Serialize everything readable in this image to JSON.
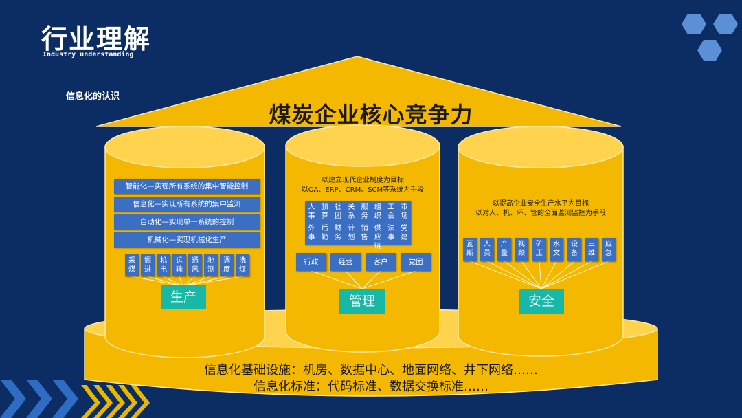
{
  "header": {
    "title": "行业理解",
    "subtitle": "Industry understanding",
    "section": "信息化的认识"
  },
  "building": {
    "roof_title": "煤炭企业核心竞争力",
    "base_line_1": "信息化基础设施：机房、数据中心、地面网络、井下网络……",
    "base_line_2": "信息化标准：代码标准、数据交换标准……"
  },
  "pillars": {
    "production": {
      "label": "生产",
      "levels": [
        "智能化—实现所有系统的集中智能控制",
        "信息化—实现所有系统的集中监测",
        "自动化—实现单一系统的控制",
        "机械化—实现机械化生产"
      ],
      "items": [
        "采煤",
        "掘进",
        "机电",
        "运输",
        "通风",
        "地测",
        "调度",
        "洗煤"
      ]
    },
    "management": {
      "label": "管理",
      "description": [
        "以建立现代企业制度为目标",
        "以OA、ERP、CRM、SCM等系统为手段"
      ],
      "grid_top": [
        "人事",
        "预算",
        "社团",
        "关系",
        "服务",
        "组织",
        "工会"
      ],
      "grid_bottom": [
        "外事",
        "后勤",
        "财务",
        "计划",
        "销售",
        "供应链",
        "法事"
      ],
      "grid_extra": [
        "市场",
        "党建"
      ],
      "areas": [
        "行政",
        "经营",
        "客户",
        "党团"
      ]
    },
    "safety": {
      "label": "安全",
      "description": [
        "以提高企业安全生产水平为目标",
        "以对人、机、环、管的全面监测监控为手段"
      ],
      "items": [
        "瓦斯",
        "人员",
        "产量",
        "视频",
        "矿压",
        "水文",
        "设备",
        "三维",
        "应急"
      ]
    }
  }
}
